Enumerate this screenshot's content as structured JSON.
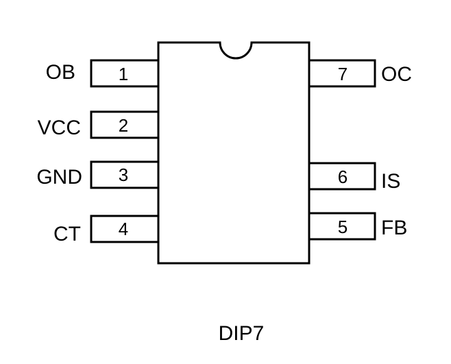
{
  "package": {
    "name": "DIP7"
  },
  "pins": [
    {
      "number": "1",
      "name": "OB"
    },
    {
      "number": "2",
      "name": "VCC"
    },
    {
      "number": "3",
      "name": "GND"
    },
    {
      "number": "4",
      "name": "CT"
    },
    {
      "number": "5",
      "name": "FB"
    },
    {
      "number": "6",
      "name": "IS"
    },
    {
      "number": "7",
      "name": "OC"
    }
  ]
}
